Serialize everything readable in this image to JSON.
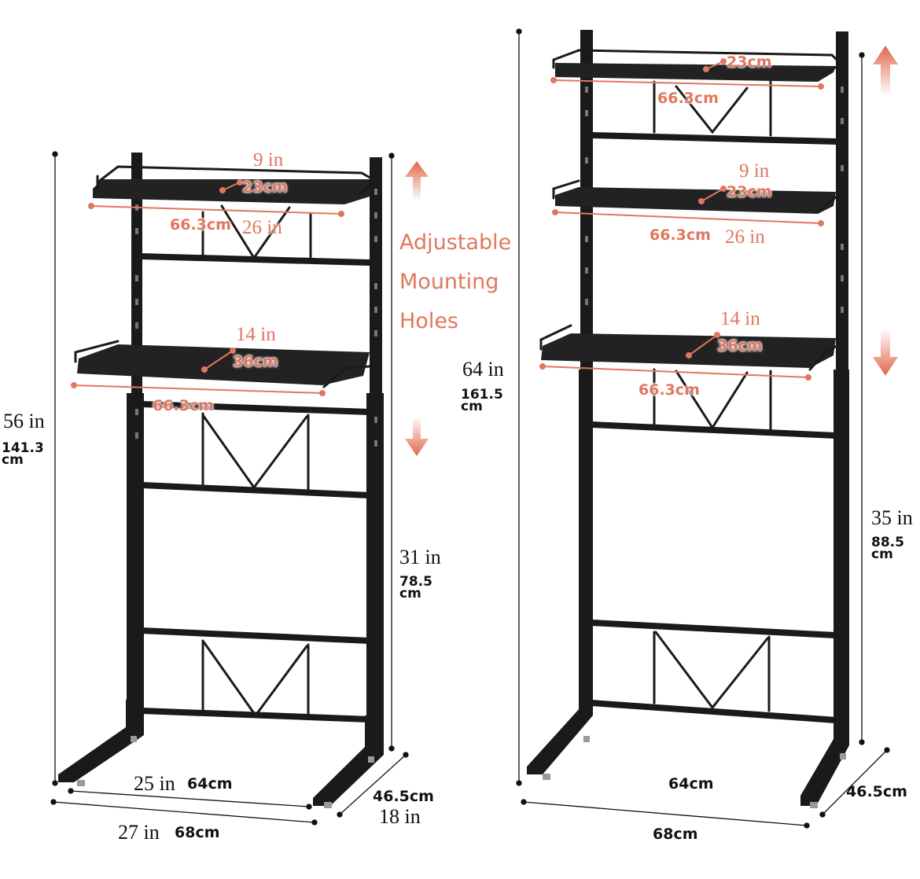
{
  "left_rack": {
    "top_shelf": {
      "depth_in": "9 in",
      "depth_cm": "23cm",
      "width_cm": "66.3cm",
      "width_in": "26 in"
    },
    "mid_shelf": {
      "depth_in": "14 in",
      "depth_cm": "36cm",
      "width_cm": "66.3cm"
    },
    "adjustable_note": "Adjustable Mounting Holes",
    "total_height_in": "56 in",
    "total_height_cm": "141.3",
    "total_height_unit": "cm",
    "clearance_in": "31 in",
    "clearance_cm": "78.5",
    "clearance_unit": "cm",
    "inner_width": "25 in",
    "inner_width_cm": "64cm",
    "outer_width": "27 in",
    "outer_width_cm": "68cm",
    "depth_cm": "46.5cm",
    "depth_in": "18 in"
  },
  "right_rack": {
    "top_shelf": {
      "depth_cm": "23cm",
      "width_cm": "66.3cm"
    },
    "second_shelf": {
      "depth_in": "9 in",
      "depth_cm": "23cm",
      "width_cm": "66.3cm",
      "width_in": "26 in"
    },
    "third_shelf": {
      "depth_in": "14 in",
      "depth_cm": "36cm",
      "width_cm": "66.3cm"
    },
    "total_height_in": "64 in",
    "total_height_cm": "161.5",
    "total_height_unit": "cm",
    "clearance_in": "35 in",
    "clearance_cm": "88.5",
    "clearance_unit": "cm",
    "inner_width_cm": "64cm",
    "outer_width_cm": "68cm",
    "depth_cm": "46.5cm"
  },
  "colors": {
    "accent": "#e0775f",
    "frame": "#161616",
    "text": "#111111"
  }
}
